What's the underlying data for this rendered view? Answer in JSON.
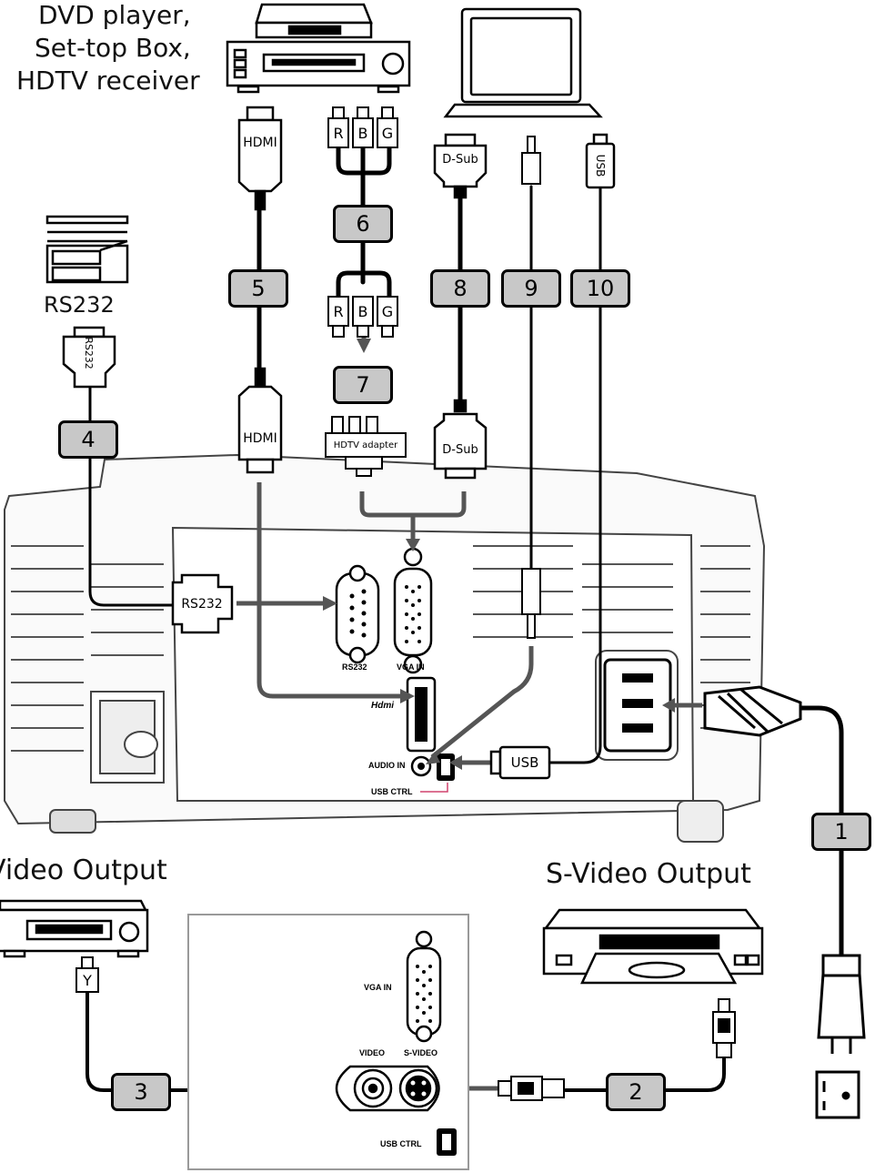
{
  "labels": {
    "dvd_line1": "DVD player,",
    "dvd_line2": "Set-top Box,",
    "dvd_line3": "HDTV receiver",
    "rs232_device": "RS232",
    "video_output": "Video Output",
    "svideo_output": "S-Video Output"
  },
  "numbers": {
    "n1": "1",
    "n2": "2",
    "n3": "3",
    "n4": "4",
    "n5": "5",
    "n6": "6",
    "n7": "7",
    "n8": "8",
    "n9": "9",
    "n10": "10"
  },
  "connectors": {
    "hdmi_top": "HDMI",
    "hdmi_bottom": "HDMI",
    "rca_r": "R",
    "rca_b": "B",
    "rca_g": "G",
    "dsub_top": "D-Sub",
    "dsub_bottom": "D-Sub",
    "usb_vertical": "USB",
    "usb_horizontal": "USB",
    "rs232_plug": "RS232",
    "rs232_cable": "RS232",
    "hdtv_adapter": "HDTV adapter",
    "video_y": "Y"
  },
  "ports": {
    "rs232": "RS232",
    "vga_in": "VGA IN",
    "hdmi_logo": "Hdmi",
    "audio_in": "AUDIO IN",
    "usb_ctrl": "USB CTRL",
    "inset_vga_in": "VGA IN",
    "inset_video": "VIDEO",
    "inset_svideo": "S-VIDEO",
    "inset_usb_ctrl": "USB CTRL"
  }
}
